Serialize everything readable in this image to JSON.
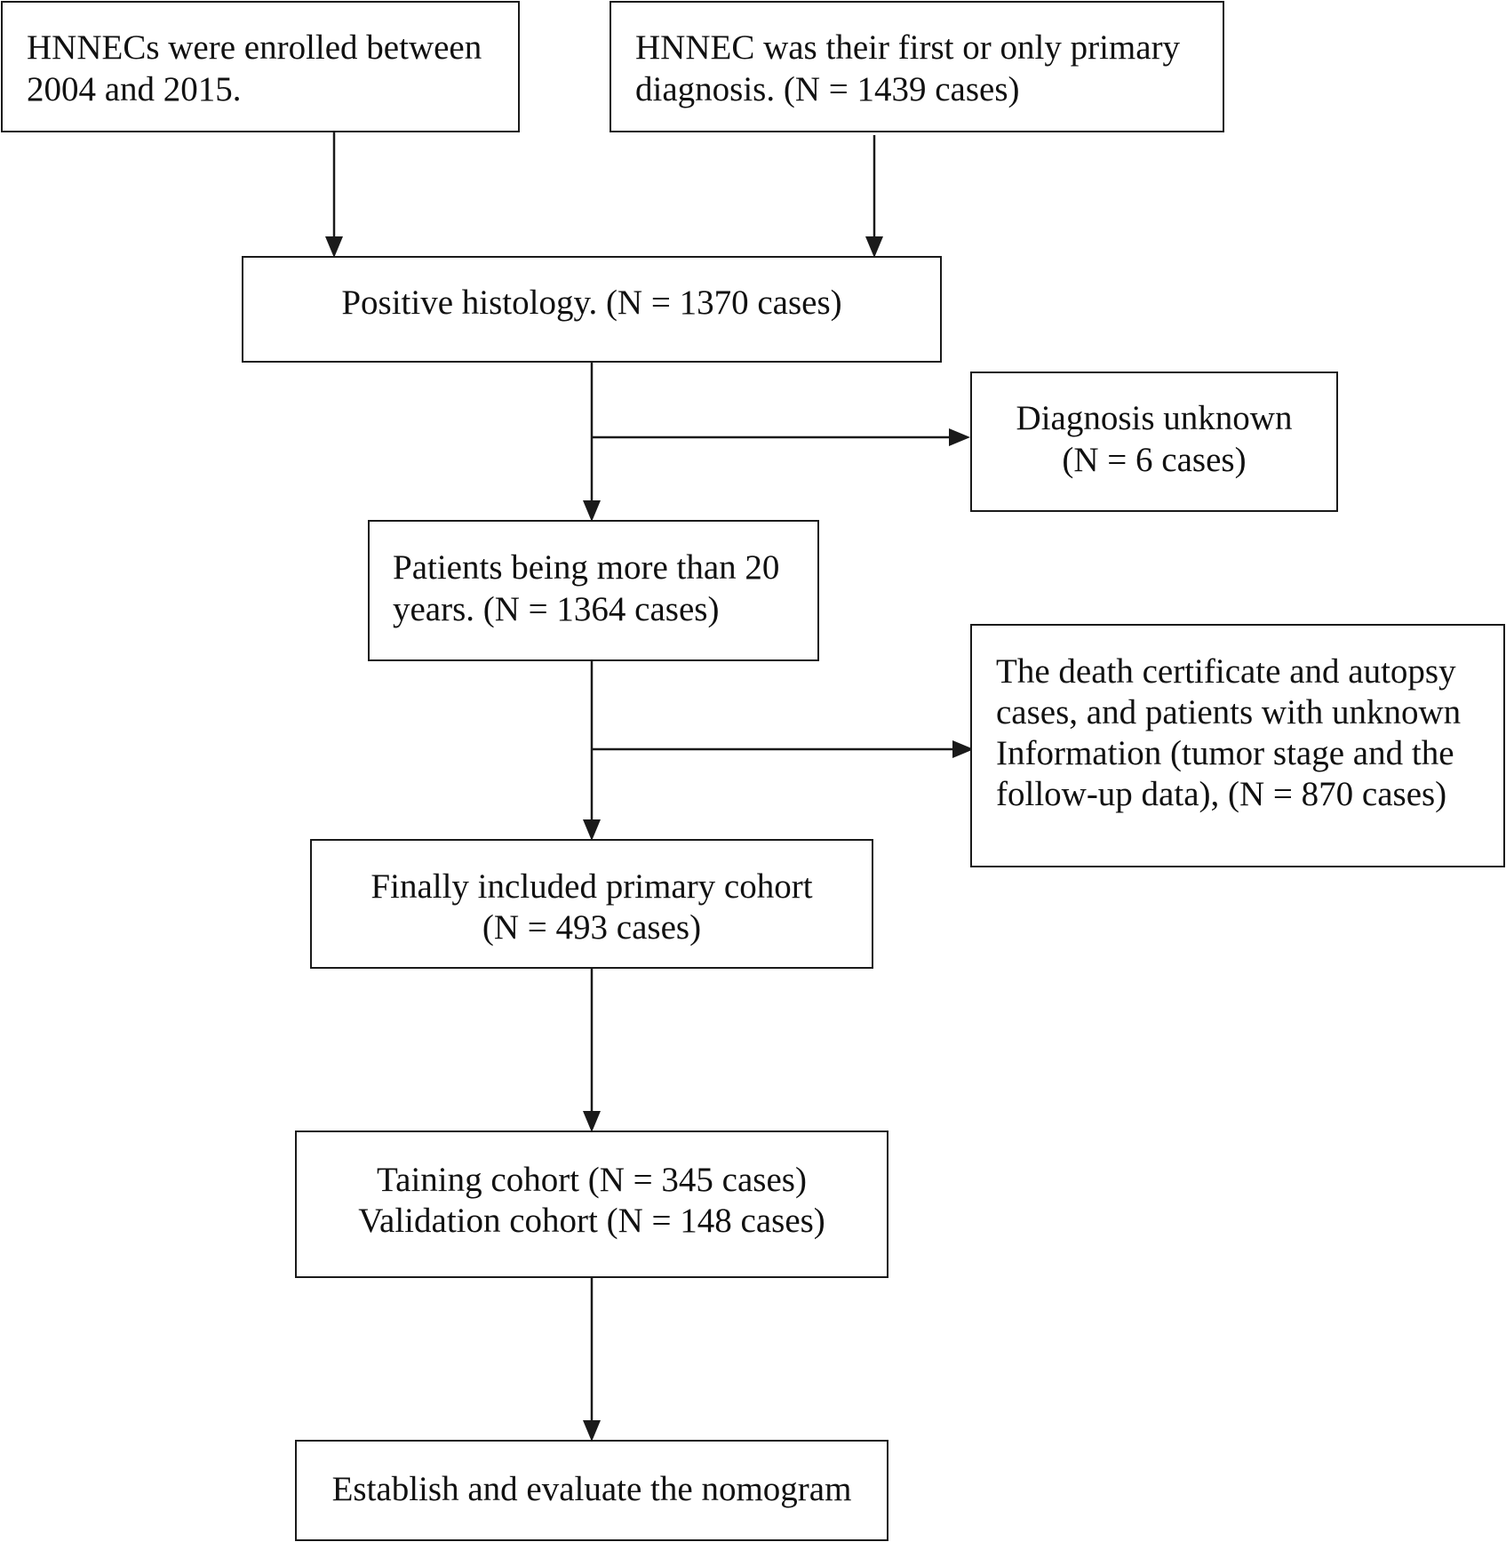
{
  "flowchart": {
    "enrolled": {
      "line1": "HNNECs were enrolled between",
      "line2": "2004 and 2015."
    },
    "first_primary": {
      "line1": "HNNEC was their first or only primary",
      "line2": "diagnosis. (N = 1439 cases)"
    },
    "positive_histology": {
      "line1": "Positive histology. (N = 1370 cases)"
    },
    "diagnosis_unknown": {
      "line1": "Diagnosis unknown",
      "line2": "(N = 6 cases)"
    },
    "age_over_20": {
      "line1": "Patients being more than 20",
      "line2": "years. (N = 1364 cases)"
    },
    "excluded_unknown": {
      "line1": "The death certificate and autopsy",
      "line2": "cases, and patients with unknown",
      "line3": "Information (tumor stage and the",
      "line4": "follow-up data), (N = 870 cases)"
    },
    "primary_cohort": {
      "line1": "Finally included primary cohort",
      "line2": "(N = 493 cases)"
    },
    "split": {
      "line1": "Taining cohort (N = 345 cases)",
      "line2": "Validation cohort (N = 148 cases)"
    },
    "nomogram": {
      "line1": "Establish and evaluate the nomogram"
    }
  }
}
